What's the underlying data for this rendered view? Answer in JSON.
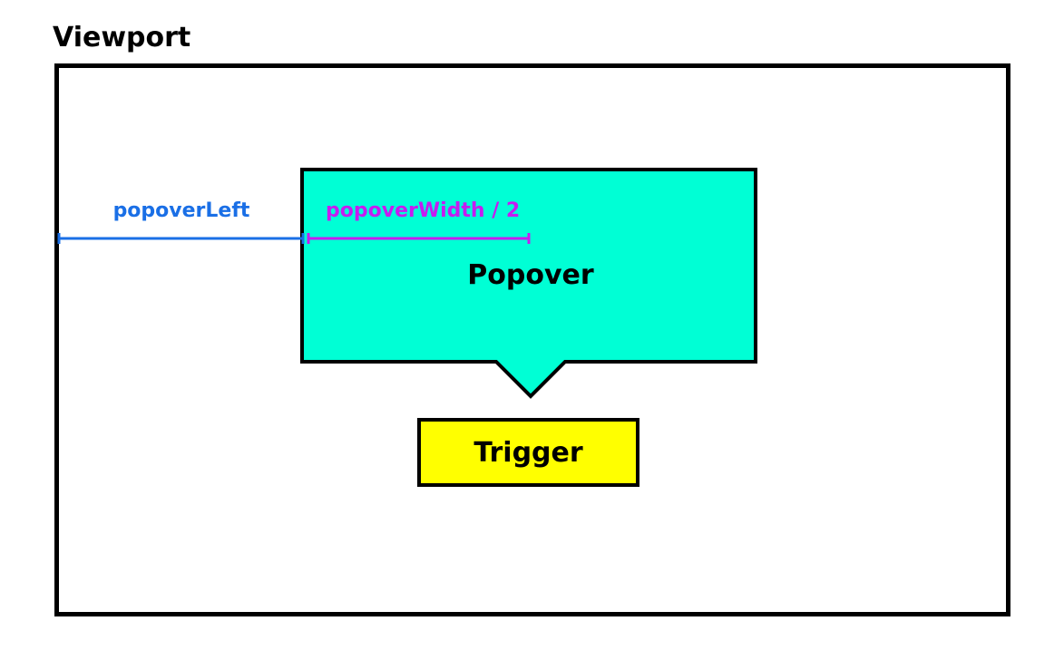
{
  "viewport": {
    "title": "Viewport"
  },
  "popover": {
    "label": "Popover"
  },
  "trigger": {
    "label": "Trigger"
  },
  "measurements": {
    "left_label": "popoverLeft",
    "half_width_label": "popoverWidth / 2"
  },
  "colors": {
    "popover_fill": "#00ffd5",
    "trigger_fill": "#ffff00",
    "left_measure": "#1a6fe6",
    "half_width_measure": "#c61cf0",
    "outline": "#000000"
  }
}
